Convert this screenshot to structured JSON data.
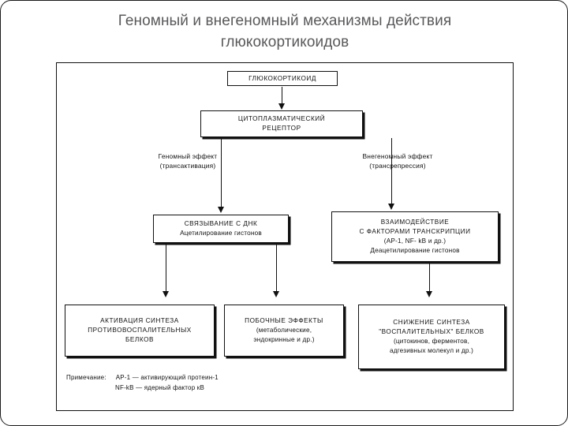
{
  "slide": {
    "title_line1": "Геномный и внегеномный механизмы действия",
    "title_line2": "глюкокортикоидов",
    "title_color": "#59595b",
    "border_color": "#1a1a1a",
    "background": "#ffffff"
  },
  "diagram": {
    "ink_color": "#111111",
    "nodes": {
      "glucocorticoid": {
        "lines": [
          "ГЛЮКОКОРТИКОИД"
        ]
      },
      "cytoplasmic_receptor": {
        "lines": [
          "ЦИТОПЛАЗМАТИЧЕСКИЙ",
          "РЕЦЕПТОР"
        ]
      },
      "dna_binding": {
        "line_caps": "СВЯЗЫВАНИЕ С ДНК",
        "line_mixed": "Ацетилирование гистонов"
      },
      "transcription_factors": {
        "line1": "ВЗАИМОДЕЙСТВИЕ",
        "line2": "С ФАКТОРАМИ ТРАНСКРИПЦИИ",
        "line3": "(АР-1, NF- kB и др.)",
        "line4": "Деацетилирование гистонов"
      },
      "anti_inflammatory": {
        "line1": "АКТИВАЦИЯ СИНТЕЗА",
        "line2": "ПРОТИВОВОСПАЛИТЕЛЬНЫХ",
        "line3": "БЕЛКОВ"
      },
      "side_effects": {
        "line1": "ПОБОЧНЫЕ ЭФФЕКТЫ",
        "line2": "(метаболические,",
        "line3": "эндокринные и др.)"
      },
      "reduced_synthesis": {
        "line1": "СНИЖЕНИЕ СИНТЕЗА",
        "line2": "\"ВОСПАЛИТЕЛЬНЫХ\" БЕЛКОВ",
        "line3": "(цитокинов, ферментов,",
        "line4": "адгезивных молекул и др.)"
      }
    },
    "branch_labels": {
      "genomic_line1": "Геномный эффект",
      "genomic_line2": "(трансактивация)",
      "nongenomic_line1": "Внегеномный эффект",
      "nongenomic_line2": "(трансрепрессия)"
    },
    "footnote": {
      "label": "Примечание:",
      "line1": "АР-1 — активирующий протеин-1",
      "line2": "NF-kB — ядерный фактор кВ"
    }
  }
}
